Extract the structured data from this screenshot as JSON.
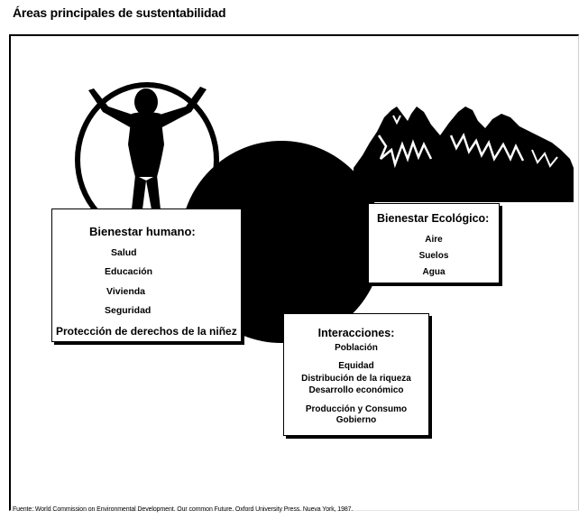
{
  "title": "Áreas principales de sustentabilidad",
  "humano": {
    "heading": "Bienestar humano:",
    "items": [
      "Salud",
      "Educación",
      "Vivienda",
      "Seguridad"
    ],
    "last": "Protección de derechos de la niñez"
  },
  "ecologico": {
    "heading": "Bienestar Ecológico:",
    "items": [
      "Aire",
      "Suelos",
      "Agua"
    ]
  },
  "interacciones": {
    "heading": "Interacciones:",
    "items": [
      "Población",
      "Equidad",
      "Distribución de la riqueza",
      "Desarrollo económico",
      "Producción y Consumo",
      "Gobierno"
    ]
  },
  "source": "Fuente: World Commission on Environmental Development. Our common Future. Oxford University Press. Nueva York, 1987.",
  "colors": {
    "ink": "#000000",
    "paper": "#ffffff"
  },
  "icons": [
    "human-figure-icon",
    "mountain-icon",
    "central-circle-icon"
  ]
}
